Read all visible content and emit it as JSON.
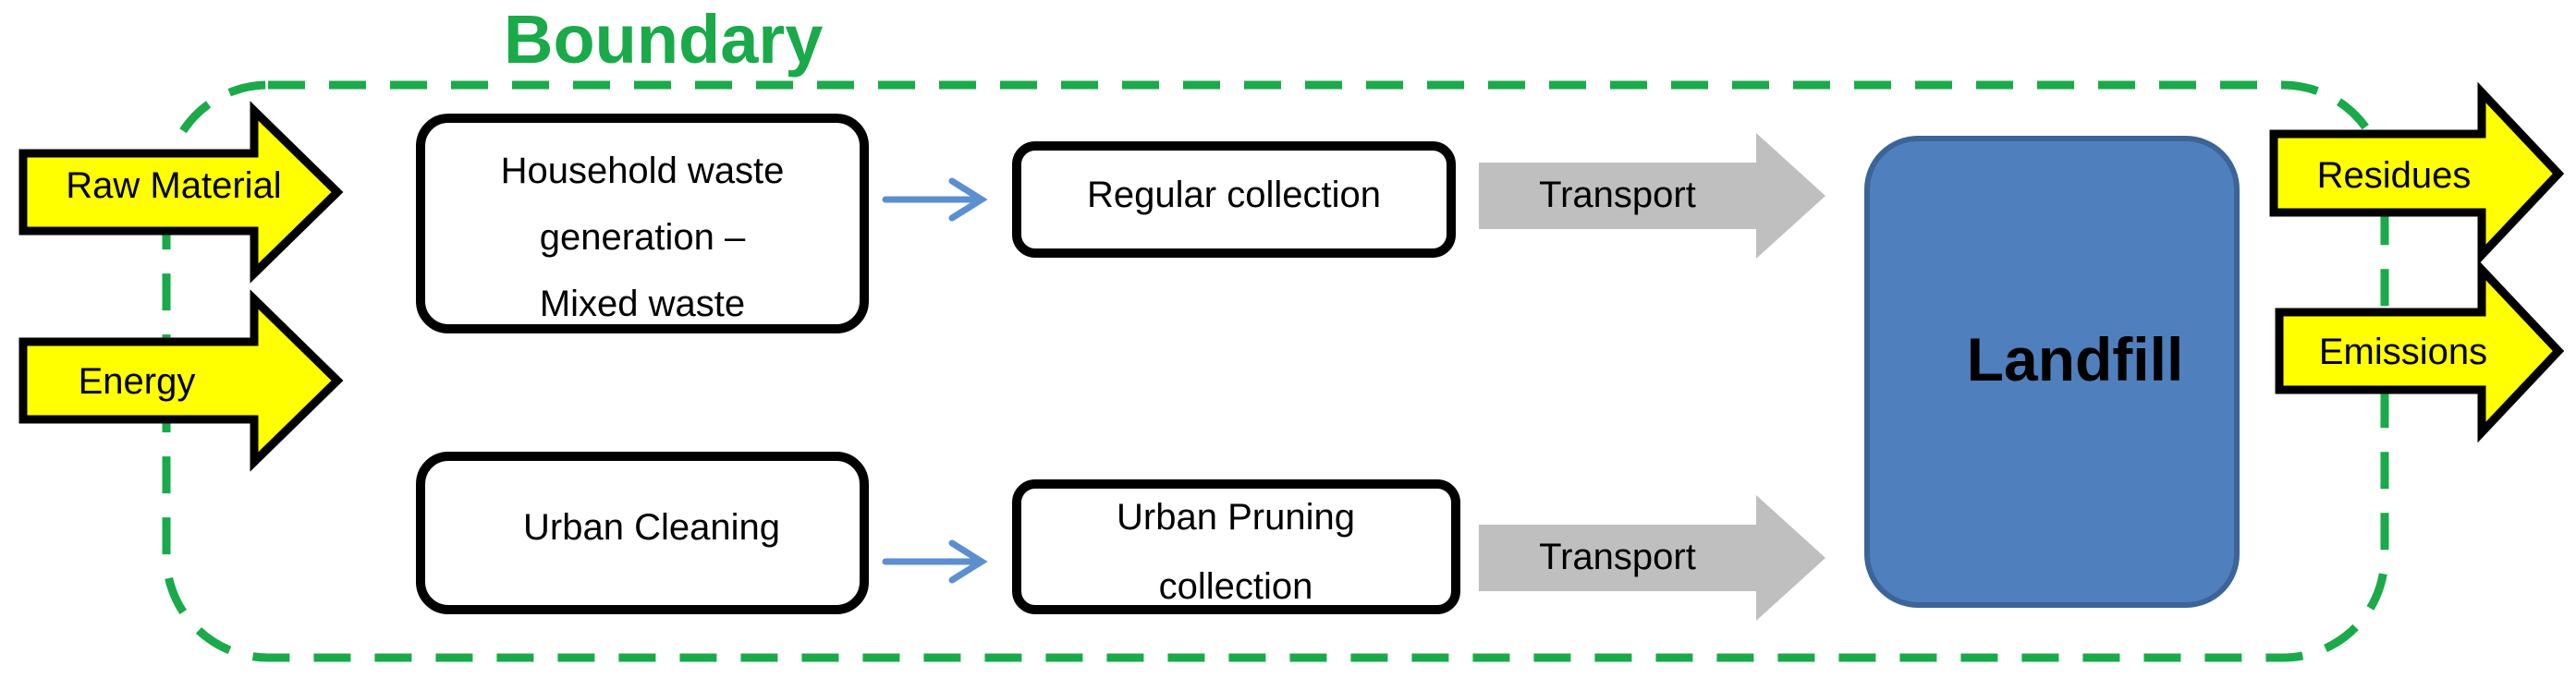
{
  "boundary": {
    "title": "Boundary",
    "color": "#1aaa4a"
  },
  "inputs": {
    "raw_material": "Raw Material",
    "energy": "Energy"
  },
  "processes": {
    "household_waste": [
      "Household waste",
      "generation –",
      "Mixed waste"
    ],
    "urban_cleaning": "Urban Cleaning",
    "regular_collection": "Regular collection",
    "urban_pruning": [
      "Urban Pruning",
      "collection"
    ]
  },
  "transport": {
    "top": "Transport",
    "bottom": "Transport"
  },
  "landfill": {
    "label": "Landfill",
    "fill": "#4f7fbd",
    "stroke": "#3c6497"
  },
  "outputs": {
    "residues": "Residues",
    "emissions": "Emissions"
  },
  "colors": {
    "io_arrow_fill": "#ffff00",
    "transport_arrow": "#bfbfbf",
    "flow_arrow": "#5b8fd0"
  }
}
